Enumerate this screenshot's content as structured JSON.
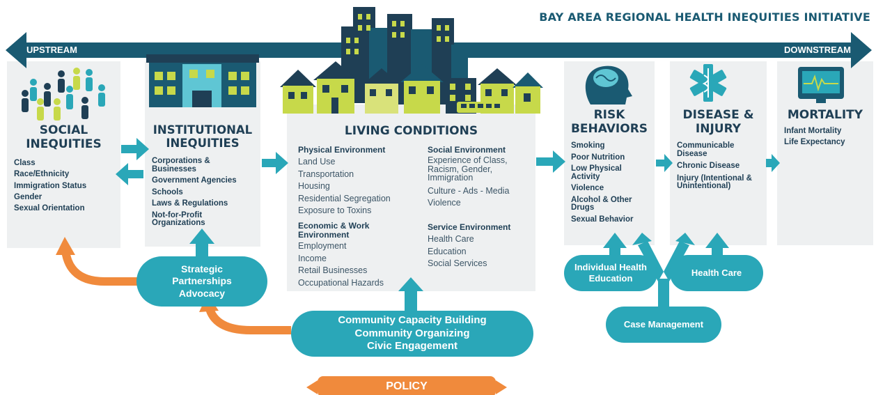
{
  "title": "BAY AREA REGIONAL HEALTH INEQUITIES INITIATIVE",
  "arrow": {
    "left": "UPSTREAM",
    "right": "DOWNSTREAM"
  },
  "colors": {
    "teal": "#2aa7b8",
    "navy": "#1f3f55",
    "band": "#1a5a72",
    "orange": "#f08a3c",
    "lime": "#c7d94a",
    "panel": "#eef0f1"
  },
  "social": {
    "heading": [
      "SOCIAL",
      "INEQUITIES"
    ],
    "items": [
      "Class",
      "Race/Ethnicity",
      "Immigration Status",
      "Gender",
      "Sexual Orientation"
    ]
  },
  "institutional": {
    "heading": [
      "INSTITUTIONAL",
      "INEQUITIES"
    ],
    "items": [
      "Corporations & Businesses",
      "Government Agencies",
      "Schools",
      "Laws & Regulations",
      "Not-for-Profit Organizations"
    ]
  },
  "living": {
    "heading": "LIVING CONDITIONS",
    "physical": {
      "title": "Physical Environment",
      "items": [
        "Land Use",
        "Transportation",
        "Housing",
        "Residential Segregation",
        "Exposure to Toxins"
      ]
    },
    "economic": {
      "title": "Economic & Work Environment",
      "items": [
        "Employment",
        "Income",
        "Retail Businesses",
        "Occupational Hazards"
      ]
    },
    "social_env": {
      "title": "Social Environment",
      "items": [
        "Experience of Class, Racism, Gender, Immigration",
        "Culture - Ads - Media",
        "Violence"
      ]
    },
    "service": {
      "title": "Service Environment",
      "items": [
        "Health Care",
        "Education",
        "Social Services"
      ]
    }
  },
  "risk": {
    "heading": [
      "RISK",
      "BEHAVIORS"
    ],
    "items": [
      "Smoking",
      "Poor Nutrition",
      "Low Physical Activity",
      "Violence",
      "Alcohol & Other Drugs",
      "Sexual Behavior"
    ]
  },
  "disease": {
    "heading": [
      "DISEASE &",
      "INJURY"
    ],
    "items": [
      "Communicable Disease",
      "Chronic Disease",
      "Injury (Intentional & Unintentional)"
    ]
  },
  "mortality": {
    "heading": "MORTALITY",
    "items": [
      "Infant Mortality",
      "Life Expectancy"
    ]
  },
  "interventions": {
    "strategic": [
      "Strategic",
      "Partnerships",
      "Advocacy"
    ],
    "community": [
      "Community Capacity Building",
      "Community Organizing",
      "Civic Engagement"
    ],
    "individual": [
      "Individual Health",
      "Education"
    ],
    "health_care": "Health Care",
    "case_management": "Case Management",
    "policy": "POLICY"
  }
}
